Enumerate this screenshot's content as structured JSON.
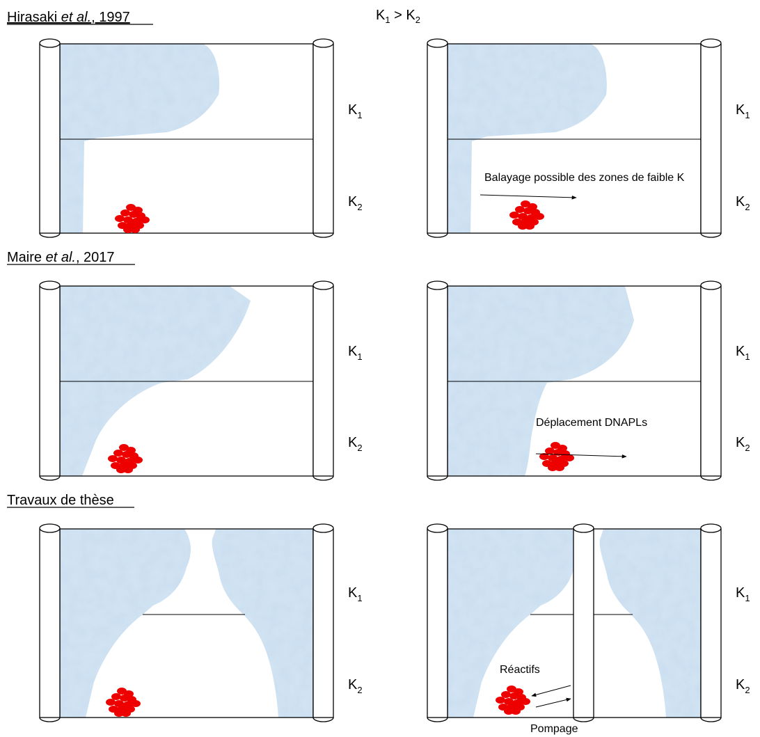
{
  "header": {
    "condition": {
      "k1": "K",
      "k1_sub": "1",
      "op": " > ",
      "k2": "K",
      "k2_sub": "2"
    }
  },
  "sections": [
    {
      "title": {
        "author": "Hirasaki ",
        "etal": "et al.",
        "year": ", 1997"
      },
      "left": {
        "k_top": {
          "base": "K",
          "sub": "1"
        },
        "k_bot": {
          "base": "K",
          "sub": "2"
        }
      },
      "right": {
        "k_top": {
          "base": "K",
          "sub": "1"
        },
        "k_bot": {
          "base": "K",
          "sub": "2"
        },
        "annotation": "Balayage possible des zones de faible K"
      }
    },
    {
      "title": {
        "author": "Maire ",
        "etal": "et al.",
        "year": ", 2017"
      },
      "left": {
        "k_top": {
          "base": "K",
          "sub": "1"
        },
        "k_bot": {
          "base": "K",
          "sub": "2"
        }
      },
      "right": {
        "k_top": {
          "base": "K",
          "sub": "1"
        },
        "k_bot": {
          "base": "K",
          "sub": "2"
        },
        "annotation": "Déplacement DNAPLs"
      }
    },
    {
      "title": {
        "author": "Travaux de thèse"
      },
      "left": {
        "k_top": {
          "base": "K",
          "sub": "1"
        },
        "k_bot": {
          "base": "K",
          "sub": "2"
        }
      },
      "right": {
        "k_top": {
          "base": "K",
          "sub": "1"
        },
        "k_bot": {
          "base": "K",
          "sub": "2"
        },
        "annotation_in": "Réactifs",
        "annotation_out": "Pompage"
      }
    }
  ],
  "colors": {
    "foam": "#c9def0",
    "foam_dark": "#b7d0e8",
    "dnapl": "#ee0000",
    "line": "#000000"
  }
}
